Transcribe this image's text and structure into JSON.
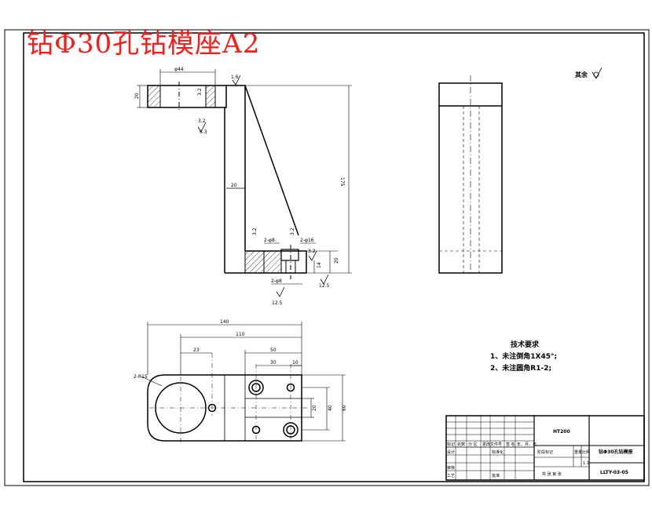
{
  "title": "钻Φ30孔钻模座A2",
  "roughness_note": "其余",
  "tech_requirements": {
    "heading": "技术要求",
    "items": [
      "1、未注倒角1X45°;",
      "2、未注圆角R1-2;"
    ]
  },
  "dims_front": {
    "d44": "φ44",
    "h20": "20",
    "w20": "20",
    "h175": "175",
    "d2phi8": "2-φ8",
    "d2phi16": "2-φ16",
    "h14": "14",
    "h20b": "20",
    "d2phi8b": "2-φ8"
  },
  "roughness_values": {
    "r16": "1.6",
    "r32a": "3.2",
    "r32b": "3.2",
    "r32c": "3.2",
    "r32d": "3.2",
    "r32e": "3.2",
    "r63": "6.3",
    "r125": "12.5",
    "r125b": "12.5"
  },
  "dims_top": {
    "l140": "140",
    "l110": "110",
    "l23": "23",
    "l50": "50",
    "l30": "30",
    "l10": "10",
    "r2": "2-R15",
    "v20": "20",
    "v40": "40",
    "v60": "60"
  },
  "title_block": {
    "material": "HT200",
    "part_name": "钻Φ30孔钻模座",
    "drawing_no": "LLTY-03-05",
    "rows": [
      [
        "标记",
        "处数",
        "分 区",
        "更改文件号",
        "签 名",
        "年、月、日"
      ],
      [
        "设计",
        "",
        "标准化",
        "",
        "阶段标记",
        "重量",
        "比例"
      ],
      [
        "审核",
        "",
        "",
        "",
        "",
        "",
        ""
      ],
      [
        "工艺",
        "",
        "批准",
        "",
        "共 张 第 张"
      ]
    ],
    "scale": "1:1"
  }
}
